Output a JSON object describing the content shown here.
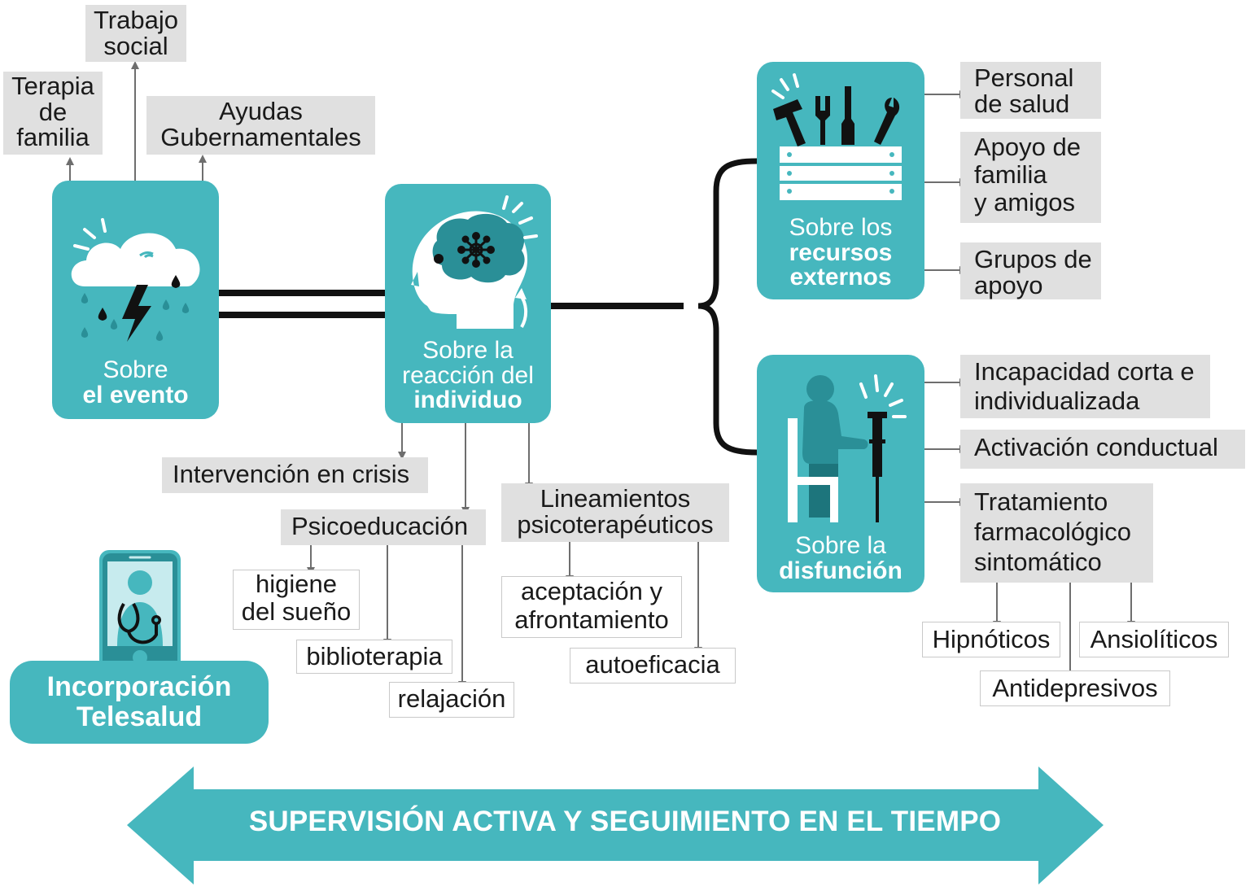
{
  "colors": {
    "accent": "#46b7be",
    "box_gray": "#e0e0e0",
    "dark": "#1a1a1a",
    "brain_dark": "#2a8f97"
  },
  "event": {
    "line1": "Sobre",
    "line2": "el evento",
    "icon": "storm-cloud-icon"
  },
  "event_branches": {
    "terapia": [
      "Terapia",
      "de",
      "familia"
    ],
    "trabajo": [
      "Trabajo",
      "social"
    ],
    "ayudas": [
      "Ayudas",
      "Gubernamentales"
    ]
  },
  "individual": {
    "line1": "Sobre la",
    "line2": "reacción del",
    "line3": "individuo",
    "icon": "brain-head-icon"
  },
  "individual_branches": {
    "crisis": "Intervención en crisis",
    "psicoeducacion": "Psicoeducación",
    "psico_items": {
      "higiene": [
        "higiene",
        "del sueño"
      ],
      "biblioterapia": "biblioterapia",
      "relajacion": "relajación"
    },
    "lineamientos": [
      "Lineamientos",
      "psicoterapéuticos"
    ],
    "lineamientos_items": {
      "aceptacion": [
        "aceptación y",
        "afrontamiento"
      ],
      "autoeficacia": "autoeficacia"
    }
  },
  "resources": {
    "line1": "Sobre los",
    "line2": "recursos",
    "line3": "externos",
    "icon": "toolbox-icon",
    "items": {
      "personal": [
        "Personal",
        "de salud"
      ],
      "apoyo": [
        "Apoyo de",
        "familia",
        "y amigos"
      ],
      "grupos": [
        "Grupos de",
        "apoyo"
      ]
    }
  },
  "dysfunction": {
    "line1": "Sobre la",
    "line2": "disfunción",
    "icon": "person-crutch-icon",
    "items": {
      "incapacidad": [
        "Incapacidad corta e",
        "individualizada"
      ],
      "activacion": "Activación conductual",
      "tratamiento": [
        "Tratamiento",
        "farmacológico",
        "sintomático"
      ]
    },
    "drugs": {
      "hipnoticos": "Hipnóticos",
      "ansioliticos": "Ansiolíticos",
      "antidepresivos": "Antidepresivos"
    }
  },
  "telesalud": {
    "line1": "Incorporación",
    "line2": "Telesalud",
    "icon": "phone-doctor-icon"
  },
  "banner": {
    "text": "SUPERVISIÓN ACTIVA Y SEGUIMIENTO EN EL TIEMPO",
    "icon": "double-arrow-icon"
  }
}
